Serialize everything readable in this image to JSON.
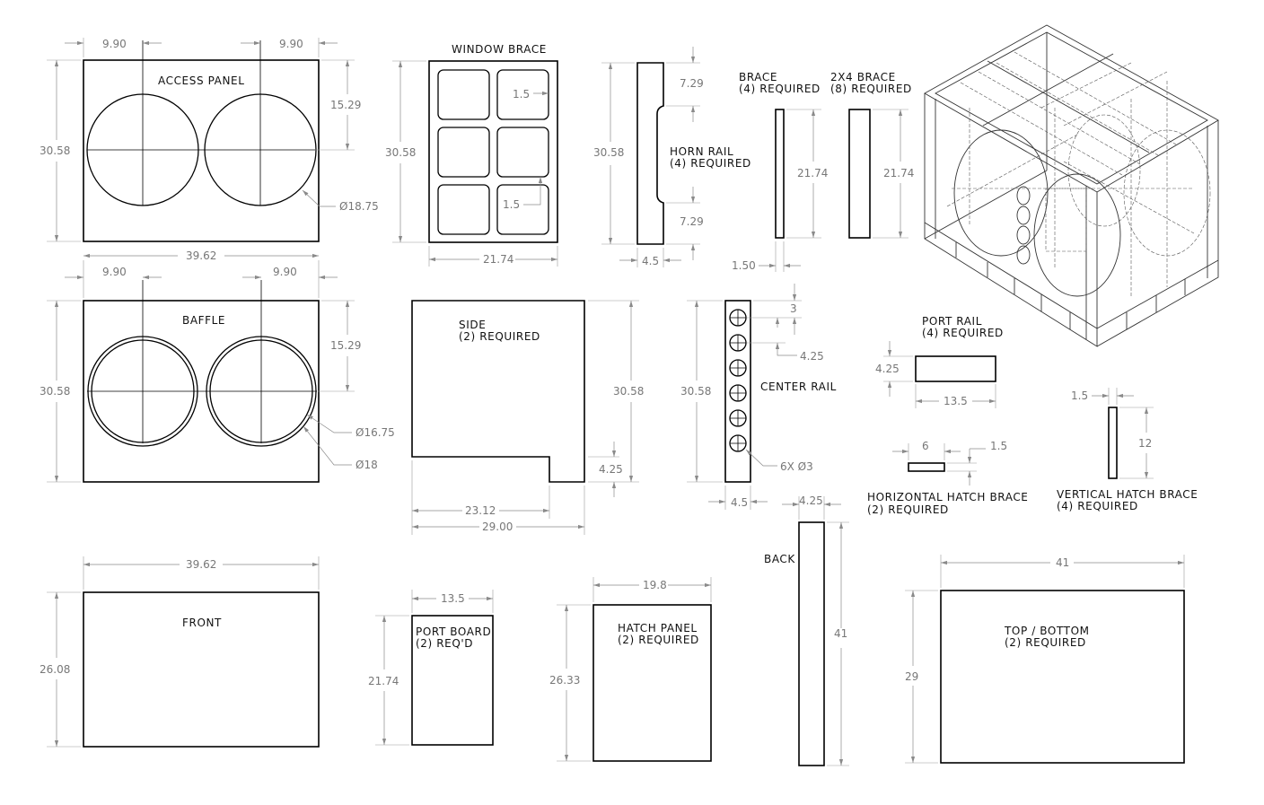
{
  "labels": {
    "access_panel": "ACCESS PANEL",
    "window_brace": "WINDOW BRACE",
    "horn_rail_1": "HORN RAIL",
    "horn_rail_2": "(4) REQUIRED",
    "brace_1": "BRACE",
    "brace_2": "(4) REQUIRED",
    "brace2x4_1": "2X4 BRACE",
    "brace2x4_2": "(8) REQUIRED",
    "baffle": "BAFFLE",
    "side_1": "SIDE",
    "side_2": "(2) REQUIRED",
    "center_rail": "CENTER RAIL",
    "port_rail_1": "PORT RAIL",
    "port_rail_2": "(4) REQUIRED",
    "h_hatch_1": "HORIZONTAL HATCH BRACE",
    "h_hatch_2": "(2) REQUIRED",
    "v_hatch_1": "VERTICAL HATCH BRACE",
    "v_hatch_2": "(4) REQUIRED",
    "front": "FRONT",
    "port_board_1": "PORT BOARD",
    "port_board_2": "(2) REQ'D",
    "hatch_panel_1": "HATCH PANEL",
    "hatch_panel_2": "(2) REQUIRED",
    "back": "BACK",
    "top_bottom_1": "TOP / BOTTOM",
    "top_bottom_2": "(2) REQUIRED"
  },
  "dims": {
    "ap_left": "9.90",
    "ap_right": "9.90",
    "ap_height": "30.58",
    "ap_hole_y": "15.29",
    "ap_dia": "Ø18.75",
    "ap_width": "39.62",
    "wb_inner": "1.5",
    "wb_inner2": "1.5",
    "wb_height": "30.58",
    "wb_width": "21.74",
    "hr_top": "7.29",
    "hr_height": "30.58",
    "hr_bottom": "7.29",
    "hr_thick": "4.5",
    "br_height": "21.74",
    "br_thick": "1.50",
    "b24_height": "21.74",
    "bf_left": "9.90",
    "bf_right": "9.90",
    "bf_height": "30.58",
    "bf_hole_y": "15.29",
    "bf_dia1": "Ø16.75",
    "bf_dia2": "Ø18",
    "sd_height": "30.58",
    "sd_notch": "4.25",
    "sd_w1": "23.12",
    "sd_w2": "29.00",
    "cr_top": "3",
    "cr_pitch": "4.25",
    "cr_height": "30.58",
    "cr_holes": "6X Ø3",
    "cr_width": "4.5",
    "pr_height": "4.25",
    "pr_width": "13.5",
    "vh_thick": "1.5",
    "vh_height": "12",
    "hh_width": "6",
    "hh_thick": "1.5",
    "fr_width": "39.62",
    "fr_height": "26.08",
    "pb_width": "13.5",
    "pb_height": "21.74",
    "hp_width": "19.8",
    "hp_height": "26.33",
    "bk_width": "4.25",
    "bk_height": "41",
    "tb_width": "41",
    "tb_height": "29"
  }
}
